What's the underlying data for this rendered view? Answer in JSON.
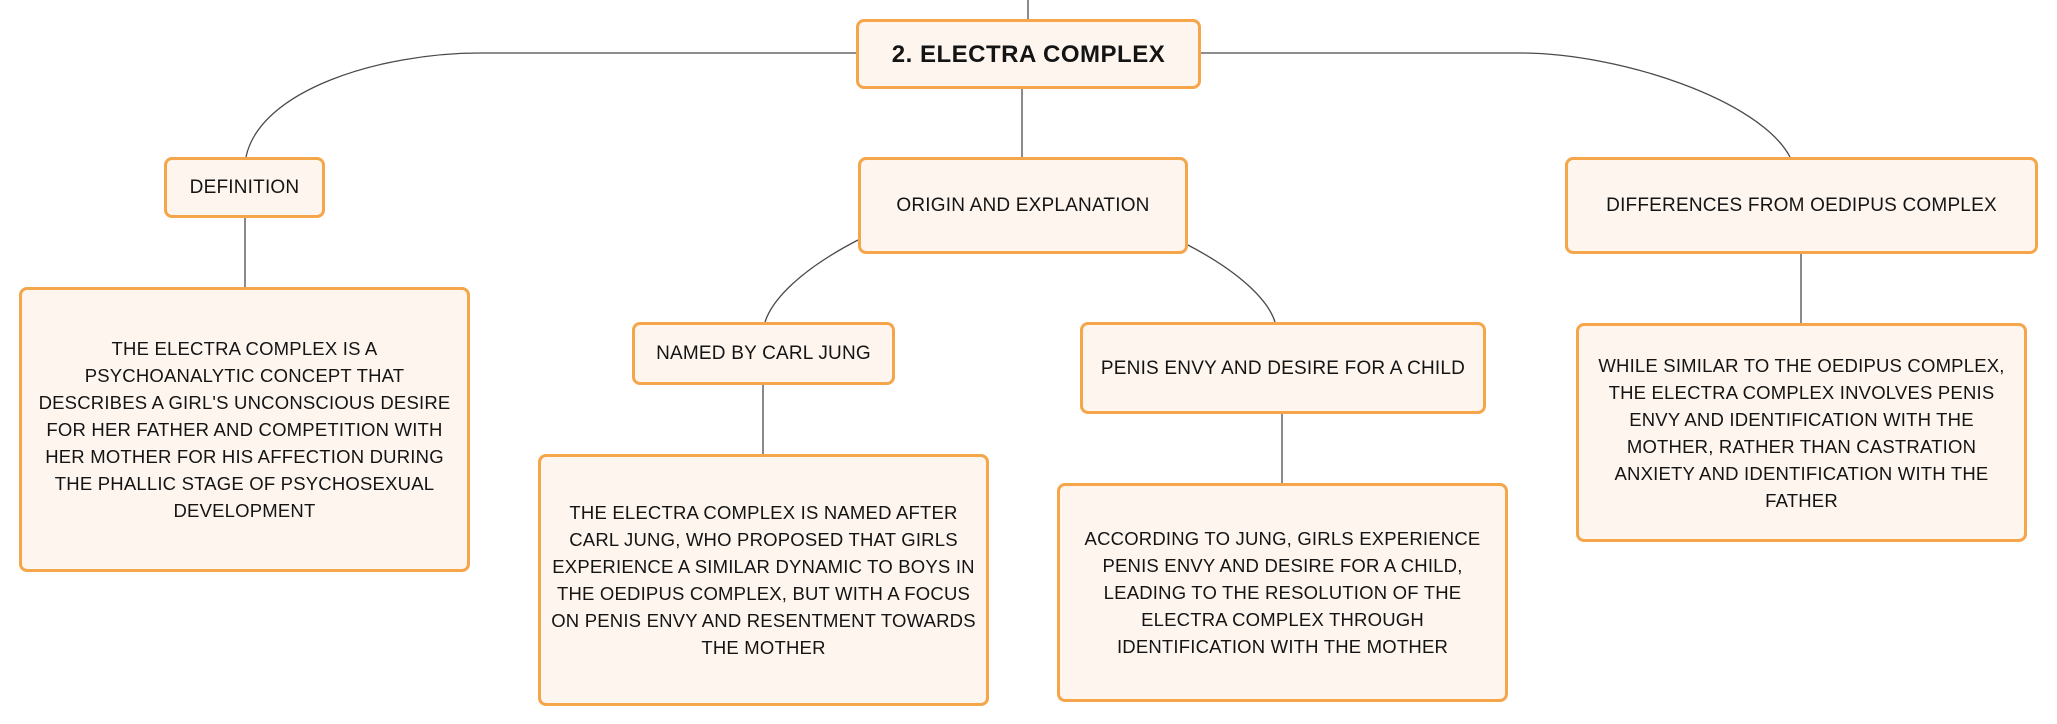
{
  "root": {
    "title": "2. ELECTRA COMPLEX"
  },
  "branches": {
    "definition": {
      "label": "DEFINITION",
      "text": "THE ELECTRA COMPLEX IS A PSYCHOANALYTIC CONCEPT THAT DESCRIBES A GIRL'S UNCONSCIOUS DESIRE FOR HER FATHER AND COMPETITION WITH HER MOTHER FOR HIS AFFECTION DURING THE PHALLIC STAGE OF PSYCHOSEXUAL DEVELOPMENT"
    },
    "origin": {
      "label": "ORIGIN AND EXPLANATION",
      "jung": {
        "label": "NAMED BY CARL JUNG",
        "text": "THE ELECTRA COMPLEX IS NAMED AFTER CARL JUNG, WHO PROPOSED THAT GIRLS EXPERIENCE A SIMILAR DYNAMIC TO BOYS IN THE OEDIPUS COMPLEX, BUT WITH A FOCUS ON PENIS ENVY AND RESENTMENT TOWARDS THE MOTHER"
      },
      "envy": {
        "label": "PENIS ENVY AND DESIRE FOR A CHILD",
        "text": "ACCORDING TO JUNG, GIRLS EXPERIENCE PENIS ENVY AND DESIRE FOR A CHILD, LEADING TO THE RESOLUTION OF THE ELECTRA COMPLEX THROUGH IDENTIFICATION WITH THE MOTHER"
      }
    },
    "differences": {
      "label": "DIFFERENCES FROM OEDIPUS COMPLEX",
      "text": "WHILE SIMILAR TO THE OEDIPUS COMPLEX, THE ELECTRA COMPLEX INVOLVES PENIS ENVY AND IDENTIFICATION WITH THE MOTHER, RATHER THAN CASTRATION ANXIETY AND IDENTIFICATION WITH THE FATHER"
    }
  },
  "colors": {
    "node_border": "#f5a54a",
    "node_fill": "#fdf5ee",
    "connector": "#4a4a4a",
    "text": "#141414"
  }
}
